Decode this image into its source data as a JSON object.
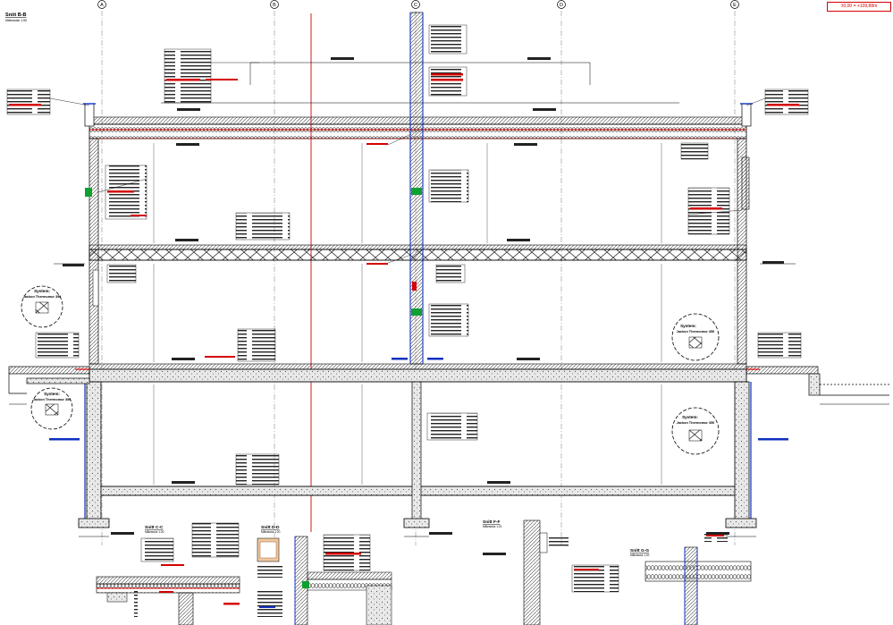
{
  "sheet": {
    "scale_note": "±0,00 = +109,88m"
  },
  "section_main": {
    "title": "Snitt B-B",
    "scale": "Målestokk 1:50"
  },
  "axes": [
    "A",
    "B",
    "C",
    "D",
    "E"
  ],
  "systems": {
    "label_1": "System:",
    "label_2": "Jackon Thermomur 350"
  },
  "details": [
    {
      "title": "Snitt C-C",
      "scale": "Målestokk 1:20"
    },
    {
      "title": "Snitt D-D",
      "scale": "Målestokk 1:20"
    },
    {
      "title": "Snitt F-F",
      "scale": "Målestokk 1:20"
    },
    {
      "title": "Snitt G-G",
      "scale": "Målestokk 1:20"
    }
  ],
  "colors": {
    "line": "#000000",
    "accent_red": "#d40000",
    "accent_blue": "#1030c0",
    "accent_green": "#10a030",
    "hatch": "#6a6a6a"
  }
}
